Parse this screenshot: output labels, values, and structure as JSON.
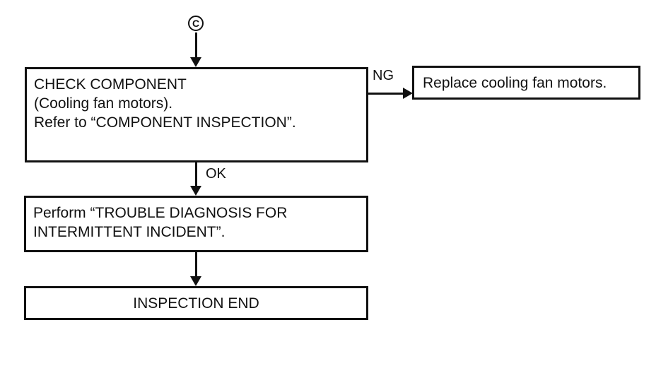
{
  "flowchart": {
    "connector": {
      "label": "C"
    },
    "boxes": {
      "check_component": {
        "line1": "CHECK COMPONENT",
        "line2": "(Cooling fan motors).",
        "line3": "Refer to “COMPONENT INSPECTION”."
      },
      "replace_fan_motors": {
        "text": "Replace cooling fan motors."
      },
      "trouble_diagnosis": {
        "line1": "Perform “TROUBLE DIAGNOSIS FOR",
        "line2": "INTERMITTENT INCIDENT”."
      },
      "inspection_end": {
        "text": "INSPECTION END"
      }
    },
    "edge_labels": {
      "ng": "NG",
      "ok": "OK"
    },
    "colors": {
      "ink": "#111111",
      "background": "#ffffff"
    }
  }
}
